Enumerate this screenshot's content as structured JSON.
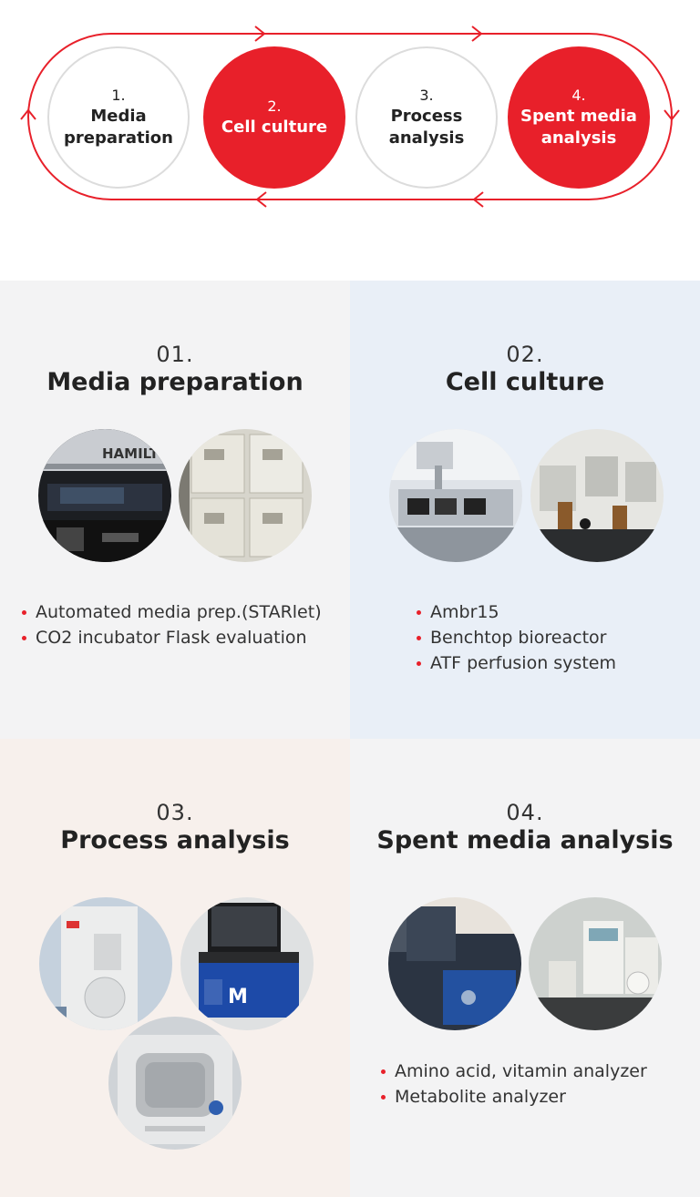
{
  "cycle": {
    "steps": [
      {
        "number": "1.",
        "label": "Media\npreparation",
        "style": "light"
      },
      {
        "number": "2.",
        "label": "Cell culture",
        "style": "red"
      },
      {
        "number": "3.",
        "label": "Process\nanalysis",
        "style": "light"
      },
      {
        "number": "4.",
        "label": "Spent media\nanalysis",
        "style": "red"
      }
    ],
    "accent_color": "#e8202a"
  },
  "sections": [
    {
      "number": "01.",
      "title": "Media preparation",
      "photo_label": "HAMILT",
      "items": [
        "Automated media prep.(STARlet)",
        "CO2 incubator Flask evaluation"
      ]
    },
    {
      "number": "02.",
      "title": "Cell culture",
      "items": [
        "Ambr15",
        "Benchtop bioreactor",
        "ATF perfusion system"
      ]
    },
    {
      "number": "03.",
      "title": "Process analysis",
      "photo_label": "M",
      "items": []
    },
    {
      "number": "04.",
      "title": "Spent media analysis",
      "items": [
        "Amino acid, vitamin analyzer",
        "Metabolite analyzer"
      ]
    }
  ]
}
